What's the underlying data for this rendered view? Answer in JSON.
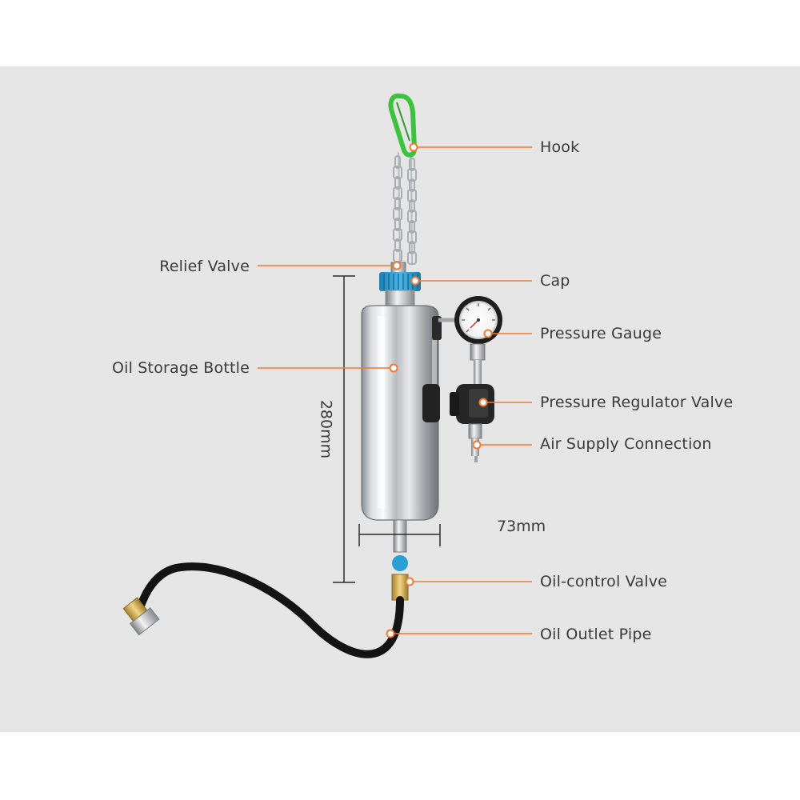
{
  "colors": {
    "background": "#e5e5e5",
    "leader_line": "#f07a35",
    "text": "#3a3a3a",
    "cap_blue": "#2a9fd6",
    "hook_green": "#3cc23c"
  },
  "labels": {
    "hook": "Hook",
    "relief_valve": "Relief Valve",
    "cap": "Cap",
    "pressure_gauge": "Pressure Gauge",
    "oil_storage_bottle": "Oil Storage Bottle",
    "pressure_regulator_valve": "Pressure Regulator Valve",
    "air_supply_connection": "Air Supply Connection",
    "oil_control_valve": "Oil-control Valve",
    "oil_outlet_pipe": "Oil Outlet Pipe"
  },
  "dimensions": {
    "height": "280mm",
    "width": "73mm"
  }
}
